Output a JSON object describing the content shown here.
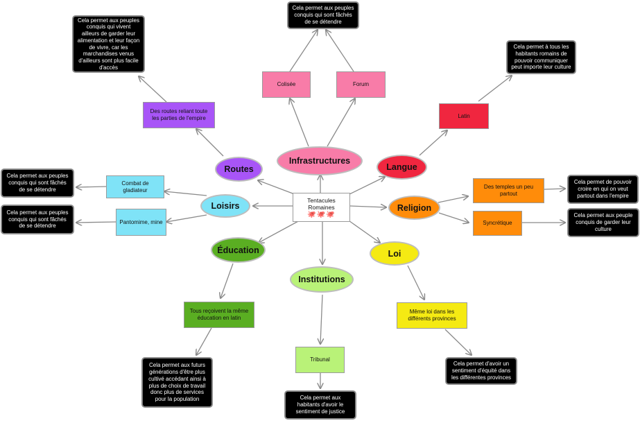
{
  "center": {
    "title": "Tentacules Romaines",
    "icons": "🐙🐙🐙",
    "icon_names": [
      "octopus-icon",
      "octopus-icon",
      "octopus-icon"
    ]
  },
  "categories": {
    "infrastructures": {
      "label": "Infrastructures",
      "color": "#f87ca8"
    },
    "routes": {
      "label": "Routes",
      "color": "#a855f7"
    },
    "langue": {
      "label": "Langue",
      "color": "#f0263f"
    },
    "loisirs": {
      "label": "Loisirs",
      "color": "#7fe3f7"
    },
    "religion": {
      "label": "Religion",
      "color": "#ff8c0a"
    },
    "education": {
      "label": "Éducation",
      "color": "#5aae22"
    },
    "institutions": {
      "label": "Institutions",
      "color": "#b9f278"
    },
    "loi": {
      "label": "Loi",
      "color": "#f5ea13"
    }
  },
  "items": {
    "colisee": "Colisée",
    "forum": "Forum",
    "routes_detail": "Des routes reliant toute les parties de l'empire",
    "latin": "Latin",
    "gladiateur": "Combat de gladiateur",
    "pantomime": "Pantomime, mine",
    "temples": "Des temples un peu partout",
    "syncretique": "Syncrétique",
    "education_detail": "Tous reçoivent la même éducation en latin",
    "tribunal": "Tribunal",
    "loi_detail": "Même loi dans les différents provinces"
  },
  "notes": {
    "infrastructures": "Cela permet aux peuples conquis qui sont fâchés de se détendre",
    "routes": "Cela permet aux peuples conquis qui vivent ailleurs de garder leur alimentation et leur façon de vivre, car les marchandises venus d'ailleurs sont plus facile d'accès",
    "langue": "Cela permet à tous les habitants romains de pouvoir communiquer peut importe leur culture",
    "gladiateur": "Cela permet aux peuples conquis qui sont fâchés de se détendre",
    "pantomime": "Cela permet aux peuples conquis qui sont fâchés de se détendre",
    "temples": "Cela permet de pouvoir croire en qui on veut partout dans l'empire",
    "syncretique": "Cela permet aux peuple conquis de garder leur culture",
    "education": "Cela permet aux futurs générations d'être plus cultivé accédant ainsi à plus de choix de travail donc plus de services pour la population",
    "institutions": "Cela permet aux habitants d'avoir le sentiment de justice",
    "loi": "Cela permet d'avoir un sentiment d'équité dans les différentes provinces"
  }
}
